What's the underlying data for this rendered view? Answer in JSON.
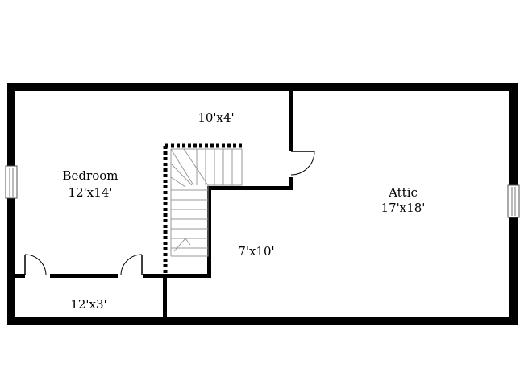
{
  "rooms": {
    "bedroom": {
      "name": "Bedroom",
      "size": "12'x14'"
    },
    "attic": {
      "name": "Attic",
      "size": "17'x18'"
    },
    "upper_landing": {
      "size": "10'x4'"
    },
    "stair_area": {
      "size": "7'x10'"
    },
    "closet": {
      "size": "12'x3'"
    }
  },
  "colors": {
    "wall": "#000000",
    "background": "#ffffff"
  }
}
